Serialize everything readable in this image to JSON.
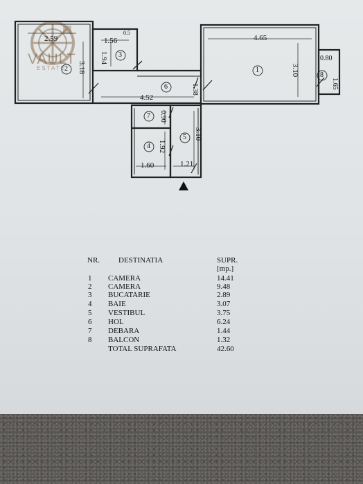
{
  "watermark": {
    "brand": "VAULT",
    "sub": "ESTATE"
  },
  "plan": {
    "dimensions": {
      "d_259": "2.59",
      "d_156": "1.56",
      "d_05": "0.5",
      "d_194": "1.94",
      "d_318": "3.18",
      "d_465": "4.65",
      "d_080": "0.80",
      "d_310a": "3.10",
      "d_165": "1.65",
      "d_452": "4.52",
      "d_138": "1.38",
      "d_090": "0.90",
      "d_310b": "3.10",
      "d_192": "1.92",
      "d_160": "1.60",
      "d_121": "1.21"
    },
    "room_numbers": [
      "1",
      "2",
      "3",
      "4",
      "5",
      "6",
      "7",
      "8"
    ]
  },
  "table": {
    "headers": {
      "nr": "NR.",
      "dest": "DESTINATIA",
      "supr": "SUPR.",
      "unit": "[mp.]"
    },
    "rows": [
      {
        "nr": "1",
        "name": "CAMERA",
        "area": "14.41"
      },
      {
        "nr": "2",
        "name": "CAMERA",
        "area": "9.48"
      },
      {
        "nr": "3",
        "name": "BUCATARIE",
        "area": "2.89"
      },
      {
        "nr": "4",
        "name": "BAIE",
        "area": "3.07"
      },
      {
        "nr": "5",
        "name": "VESTIBUL",
        "area": "3.75"
      },
      {
        "nr": "6",
        "name": "HOL",
        "area": "6.24"
      },
      {
        "nr": "7",
        "name": "DEBARA",
        "area": "1.44"
      },
      {
        "nr": "8",
        "name": "BALCON",
        "area": "1.32"
      }
    ],
    "total": {
      "name": "TOTAL SUPRAFATA",
      "area": "42.60"
    }
  }
}
